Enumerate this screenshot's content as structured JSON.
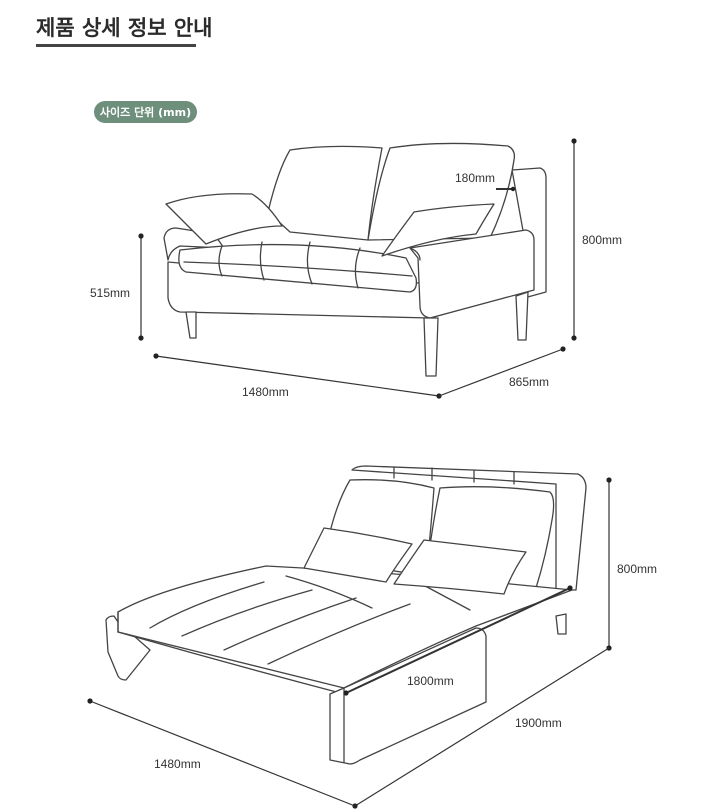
{
  "header": {
    "title": "제품 상세 정보 안내"
  },
  "badge": {
    "label": "사이즈 단위 (mm)"
  },
  "sofa": {
    "seat_height": "515mm",
    "total_height": "800mm",
    "back_depth": "180mm",
    "width": "1480mm",
    "depth": "865mm"
  },
  "bed": {
    "height": "800mm",
    "mattress_length": "1800mm",
    "total_length": "1900mm",
    "width": "1480mm"
  },
  "colors": {
    "badge": "#6f8f7d",
    "line": "#444444"
  }
}
